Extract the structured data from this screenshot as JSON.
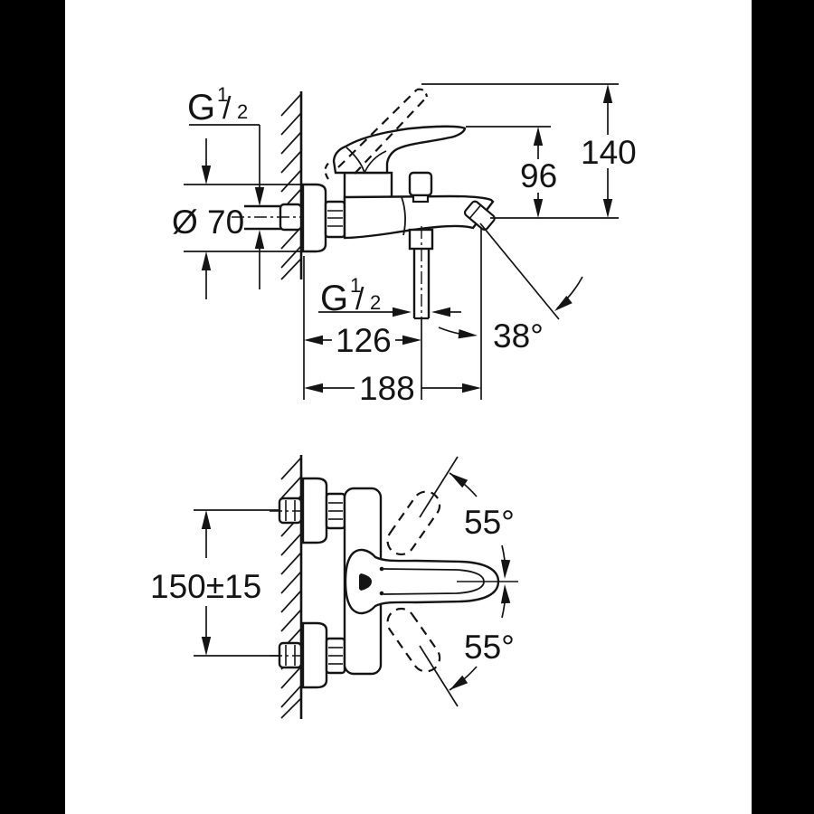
{
  "colors": {
    "background": "#ffffff",
    "side_bars": "#000000",
    "ink": "#141414"
  },
  "side_view": {
    "wall_thread_label": {
      "letter": "G",
      "numerator": "1",
      "slash": "/",
      "denominator": "2"
    },
    "escutcheon_diameter": "Ø 70",
    "spout_height": "96",
    "total_height": "140",
    "outlet_thread_label": {
      "letter": "G",
      "numerator": "1",
      "slash": "/",
      "denominator": "2"
    },
    "outlet_offset": "126",
    "total_projection": "188",
    "spout_angle": "38°"
  },
  "front_view": {
    "center_distance": "150±15",
    "lever_swing_up": "55°",
    "lever_swing_down": "55°"
  }
}
